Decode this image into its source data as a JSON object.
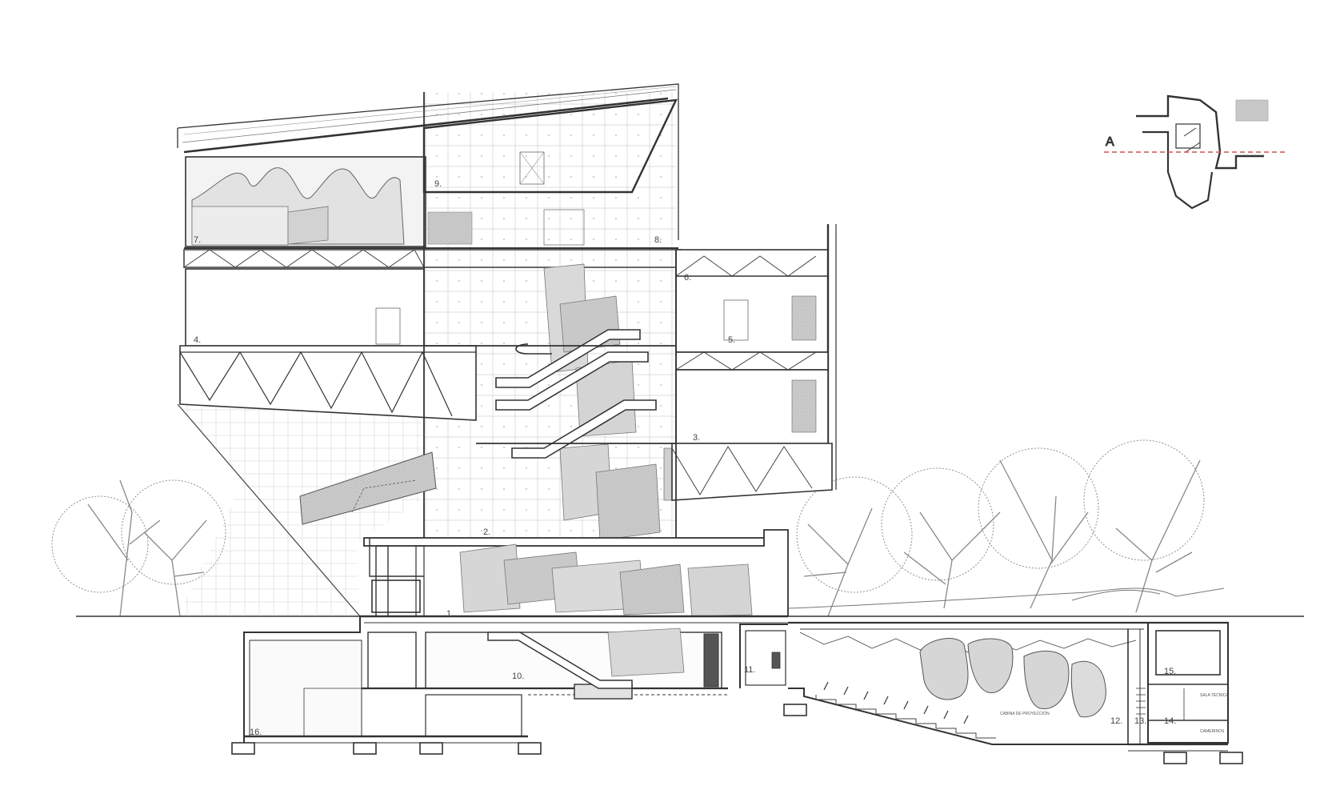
{
  "drawing": {
    "section_marker": "A",
    "colors": {
      "line": "#333333",
      "thin": "#8a8a8a",
      "grid": "#b5b5b5",
      "panel": "#d6d6d6",
      "panel_dark": "#c2c2c2",
      "cut_line": "#d9534f"
    },
    "room_numbers": [
      {
        "id": "n1",
        "text": "1."
      },
      {
        "id": "n2",
        "text": "2."
      },
      {
        "id": "n3",
        "text": "3."
      },
      {
        "id": "n4",
        "text": "4."
      },
      {
        "id": "n5",
        "text": "5."
      },
      {
        "id": "n6",
        "text": "6."
      },
      {
        "id": "n7",
        "text": "7."
      },
      {
        "id": "n8",
        "text": "8."
      },
      {
        "id": "n9",
        "text": "9."
      },
      {
        "id": "n10",
        "text": "10."
      },
      {
        "id": "n11",
        "text": "11."
      },
      {
        "id": "n12",
        "text": "12."
      },
      {
        "id": "n13",
        "text": "13."
      },
      {
        "id": "n14",
        "text": "14."
      },
      {
        "id": "n15",
        "text": "15."
      },
      {
        "id": "n16",
        "text": "16."
      }
    ]
  }
}
